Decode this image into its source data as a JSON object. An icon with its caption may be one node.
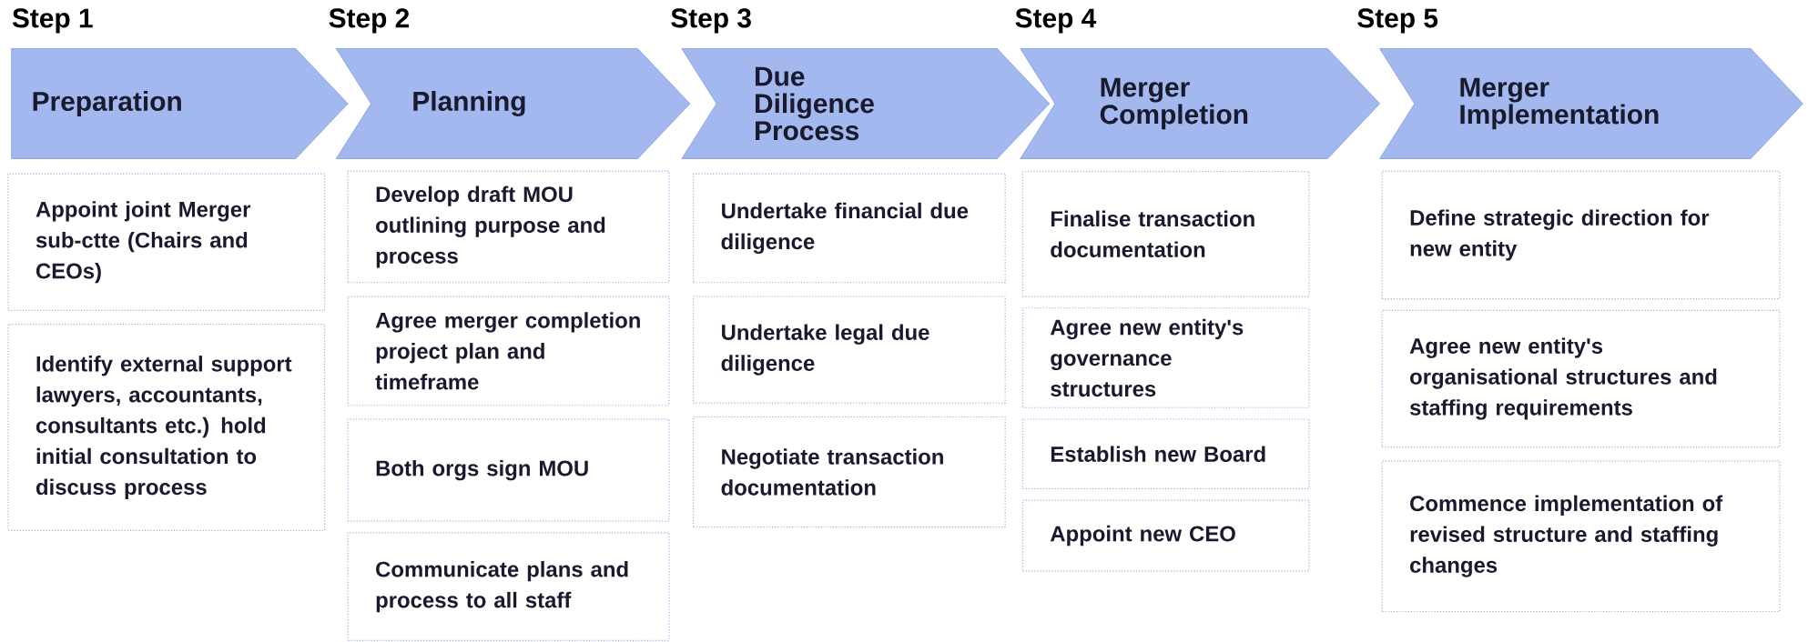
{
  "diagram": {
    "nodes": [
      {
        "text": [
          "Step 1",
          "Preparation"
        ]
      },
      {
        "text": [
          "Appoint joint Merger sub-ctte (Chairs and CEOs)"
        ]
      },
      {
        "text": [
          "Identify external support lawyers, accountants, consultants etc.) hold initial consultation to discuss process"
        ]
      },
      {
        "text": [
          "Step 2",
          "Planning"
        ]
      },
      {
        "text": [
          "Develop draft MOU outlining purpose and process"
        ]
      },
      {
        "text": [
          "Agree merger completion project plan and timeframe"
        ]
      },
      {
        "text": [
          "Both orgs sign MOU"
        ]
      },
      {
        "text": [
          "Communicate plans and process to all staff"
        ]
      },
      {
        "text": [
          "Step 3",
          "Due Diligence Process"
        ]
      },
      {
        "text": [
          "Undertake financial due diligence"
        ]
      },
      {
        "text": [
          "Undertake legal due diligence"
        ]
      },
      {
        "text": [
          "Negotiate transaction documentation"
        ]
      },
      {
        "text": [
          "Step 4",
          "Merger Completion"
        ]
      },
      {
        "text": [
          "Finalise transaction documentation"
        ]
      },
      {
        "text": [
          "Agree new entity's governance structures"
        ]
      },
      {
        "text": [
          "Establish new Board"
        ]
      },
      {
        "text": [
          "Appoint new CEO"
        ]
      },
      {
        "text": [
          "Step 5",
          "Merger Implementation"
        ]
      },
      {
        "text": [
          "Define strategic direction for new entity"
        ]
      },
      {
        "text": [
          "Agree new entity's organisational structures and staffing requirements"
        ]
      },
      {
        "text": [
          "Commence implementation of revised structure and staffing changes"
        ]
      }
    ]
  }
}
